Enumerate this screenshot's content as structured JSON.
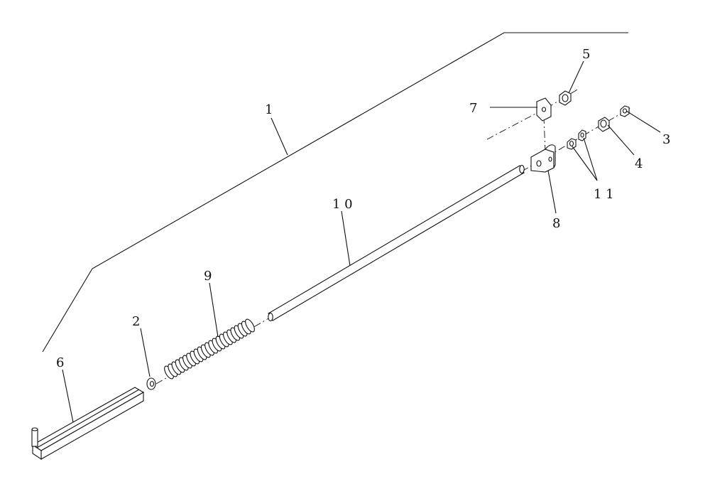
{
  "callouts": {
    "c1": "1",
    "c2": "2",
    "c3": "3",
    "c4": "4",
    "c5": "5",
    "c6": "6",
    "c7": "7",
    "c8": "8",
    "c9": "9",
    "c10": "1 0",
    "c11": "1 1"
  }
}
